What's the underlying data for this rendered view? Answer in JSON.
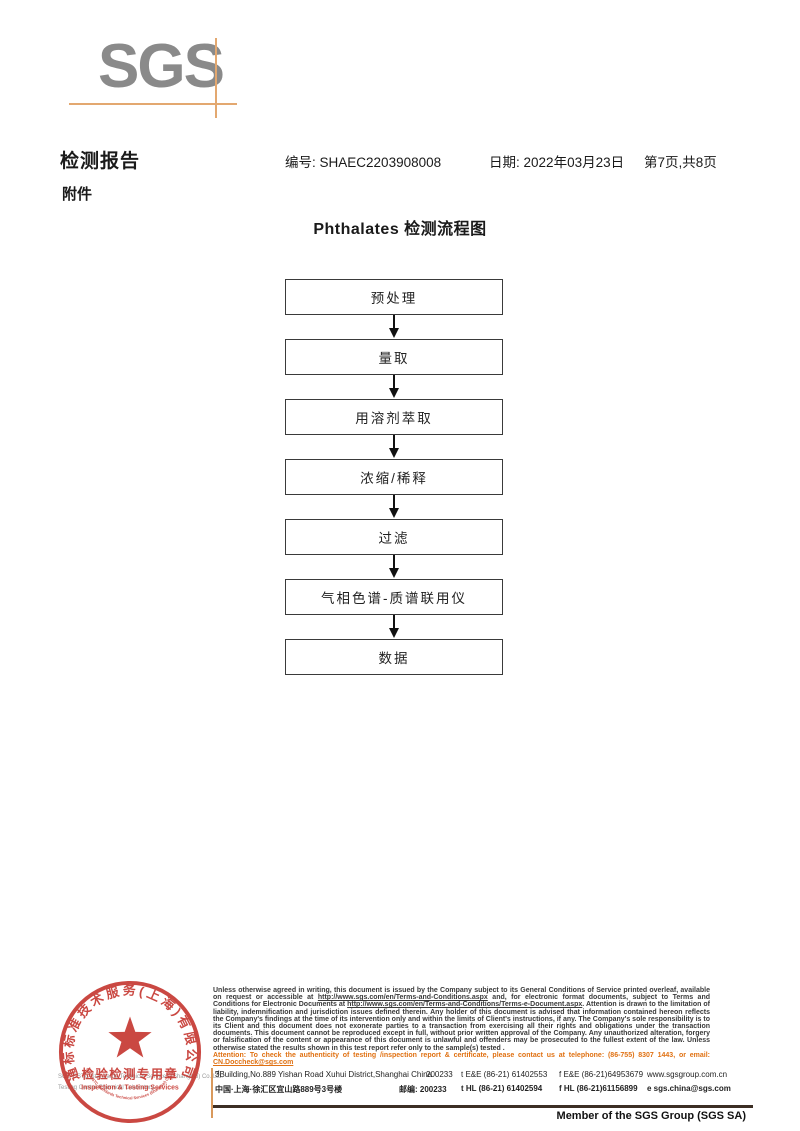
{
  "logo": {
    "text": "SGS"
  },
  "header": {
    "report_title": "检测报告",
    "no_label": "编号:",
    "no_value": "SHAEC2203908008",
    "date_label": "日期:",
    "date_value": "2022年03月23日",
    "page_info": "第7页,共8页",
    "attachment_label": "附件"
  },
  "flowchart": {
    "title": "Phthalates 检测流程图",
    "steps": [
      "预处理",
      "量取",
      "用溶剂萃取",
      "浓缩/稀释",
      "过滤",
      "气相色谱-质谱联用仪",
      "数据"
    ]
  },
  "stamp": {
    "arc_top": "通标标准技术服务(上海)有限公司",
    "center_line1": "检验检测专用章",
    "center_line2": "Inspection & Testing Services",
    "arc_bottom": "SGS-CSTC Standards Technical Services (Shanghai) Co.,Ltd."
  },
  "company_behind": {
    "line1": "SGS-CSTC Standards Technical Services (Shanghai) Co.,Ltd.",
    "line2": "Testing Center-Chemical Laboratory."
  },
  "legal": {
    "p1": "Unless otherwise agreed in writing, this document is issued by the Company subject to its General Conditions of Service printed overleaf, available on request or accessible at ",
    "url1": "http://www.sgs.com/en/Terms-and-Conditions.aspx",
    "p2": " and, for electronic format documents, subject to Terms and Conditions for Electronic Documents at ",
    "url2": "http://www.sgs.com/en/Terms-and-Conditions/Terms-e-Document.aspx",
    "p3": ". Attention is drawn to the limitation of liability, indemnification and jurisdiction issues defined therein. Any holder of this document is advised that information contained hereon reflects the Company's findings at the time of its intervention only and within the limits of Client's instructions, if any. The Company's sole responsibility is to its Client and this document does not exonerate parties to a transaction from exercising all their rights and obligations under the transaction documents. This document cannot be reproduced except in full, without prior written approval of the Company. Any unauthorized alteration, forgery or falsification of the content or appearance of this document is unlawful and offenders may be prosecuted to the fullest extent of the law. Unless otherwise stated the results shown in this test report refer only to the sample(s) tested .",
    "attention": "Attention: To check the authenticity of testing /inspection report & certificate, please contact us at telephone: (86-755) 8307 1443, or email: ",
    "attention_email": "CN.Doccheck@sgs.com"
  },
  "address": {
    "en_prefix": "3",
    "en_sup": "rd",
    "en_rest": "Building,No.889 Yishan Road Xuhui District,Shanghai China",
    "en_zip": "200233",
    "tel1": "t E&E (86-21) 61402553",
    "fax1": "f E&E (86-21)64953679",
    "web": "www.sgsgroup.com.cn",
    "cn_line": "中国·上海·徐汇区宜山路889号3号楼",
    "cn_zip_label": "邮编: 200233",
    "tel2": "t HL (86-21) 61402594",
    "fax2": "f HL (86-21)61156899",
    "email": "e  sgs.china@sgs.com"
  },
  "footer_member": "Member of the SGS Group (SGS SA)",
  "colors": {
    "logo_gray": "#8a8a8a",
    "logo_orange": "#e3a870",
    "attention_orange": "#e07112",
    "stamp_red": "#c5352e",
    "footer_line_brown": "#3c2e24"
  }
}
